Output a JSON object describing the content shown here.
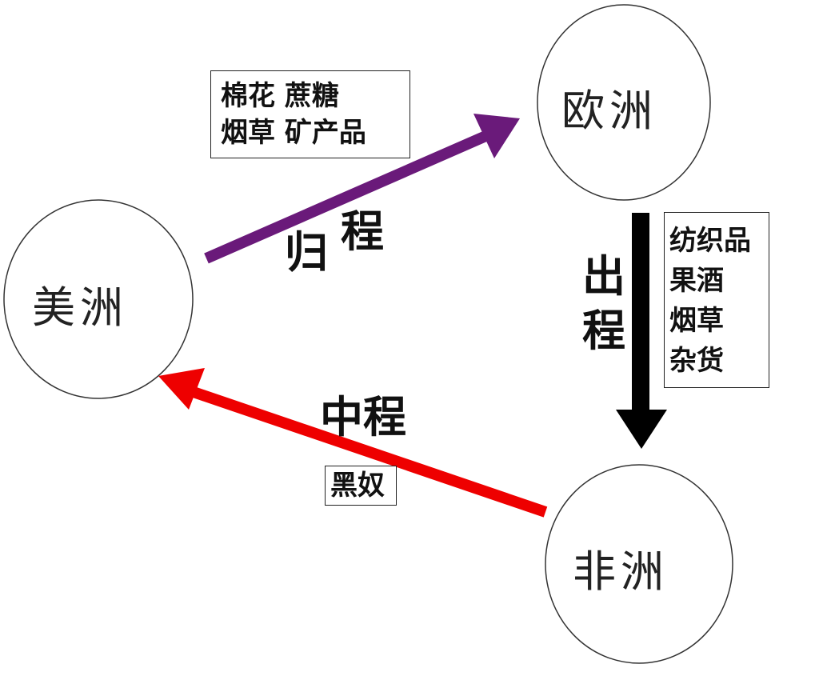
{
  "nodes": {
    "america": "美洲",
    "europe": "欧洲",
    "africa": "非洲"
  },
  "routes": {
    "return_leg": {
      "label_1": "归",
      "label_2": "程",
      "color": "#6a1a7a"
    },
    "outward_leg": {
      "label_1": "出",
      "label_2": "程",
      "color": "#000000"
    },
    "middle_leg": {
      "label": "中程",
      "color": "#ee0000"
    }
  },
  "goods": {
    "return_leg": {
      "line_1": "棉花  蔗糖",
      "line_2": "烟草  矿产品"
    },
    "outward_leg": {
      "line_1": "纺织品",
      "line_2": "果酒",
      "line_3": "烟草",
      "line_4": "杂货"
    },
    "middle_leg": {
      "line_1": "黑奴"
    }
  }
}
